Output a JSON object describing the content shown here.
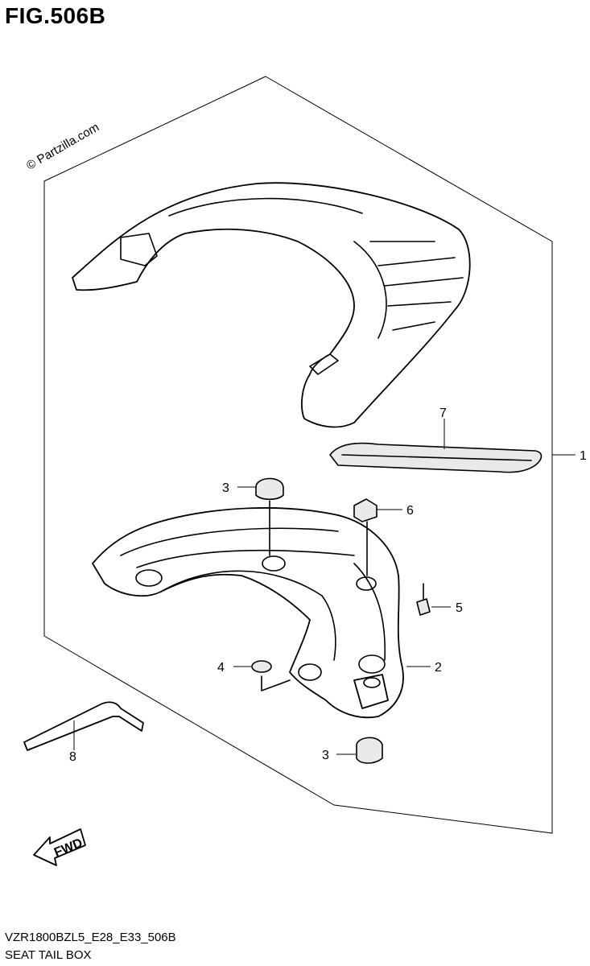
{
  "figure": {
    "title": "FIG.506B",
    "watermark": "© Partzilla.com",
    "model_code": "VZR1800BZL5_E28_E33_506B",
    "caption": "SEAT TAIL BOX",
    "fwd_label": "FWD"
  },
  "callouts": [
    {
      "id": "callout-1",
      "label": "1"
    },
    {
      "id": "callout-7",
      "label": "7"
    },
    {
      "id": "callout-3-top",
      "label": "3"
    },
    {
      "id": "callout-6",
      "label": "6"
    },
    {
      "id": "callout-5",
      "label": "5"
    },
    {
      "id": "callout-4",
      "label": "4"
    },
    {
      "id": "callout-2",
      "label": "2"
    },
    {
      "id": "callout-8",
      "label": "8"
    },
    {
      "id": "callout-3-bottom",
      "label": "3"
    }
  ]
}
